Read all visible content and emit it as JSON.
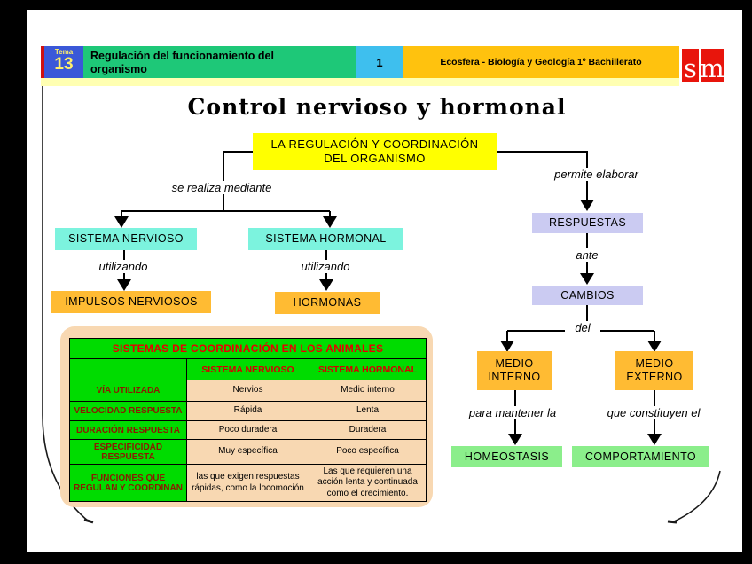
{
  "header": {
    "tema_label": "Tema",
    "tema_number": "13",
    "unit_title_line1": "Regulación del funcionamiento del",
    "unit_title_line2": "organismo",
    "page_number": "1",
    "course": "Ecosfera - Biología y Geología 1º Bachillerato",
    "logo_s": "s",
    "logo_m": "m"
  },
  "slide": {
    "title": "Control nervioso y hormonal"
  },
  "diagram": {
    "root": {
      "line1": "LA REGULACIÓN Y COORDINACIÓN",
      "line2": "DEL ORGANISMO"
    },
    "connectors": {
      "se_realiza": "se realiza mediante",
      "permite": "permite elaborar",
      "utilizando_1": "utilizando",
      "utilizando_2": "utilizando",
      "ante": "ante",
      "del": "del",
      "para_mantener": "para mantener la",
      "que_constituyen": "que constituyen el"
    },
    "nodes": {
      "sistema_nervioso": "SISTEMA NERVIOSO",
      "sistema_hormonal": "SISTEMA HORMONAL",
      "impulsos_nerviosos": "IMPULSOS NERVIOSOS",
      "hormonas": "HORMONAS",
      "respuestas": "RESPUESTAS",
      "cambios": "CAMBIOS",
      "medio_interno": "MEDIO INTERNO",
      "medio_externo": "MEDIO EXTERNO",
      "homeostasis": "HOMEOSTASIS",
      "comportamiento": "COMPORTAMIENTO"
    }
  },
  "table": {
    "title": "SISTEMAS DE COORDINACIÓN EN LOS ANIMALES",
    "columns": [
      "",
      "SISTEMA NERVIOSO",
      "SISTEMA HORMONAL"
    ],
    "rows": [
      {
        "label": "VÍA UTILIZADA",
        "nervioso": "Nervios",
        "hormonal": "Medio interno"
      },
      {
        "label": "VELOCIDAD RESPUESTA",
        "nervioso": "Rápida",
        "hormonal": "Lenta"
      },
      {
        "label": "DURACIÓN RESPUESTA",
        "nervioso": "Poco duradera",
        "hormonal": "Duradera"
      },
      {
        "label": "ESPECIFICIDAD RESPUESTA",
        "nervioso": "Muy específica",
        "hormonal": "Poco específica"
      },
      {
        "label": "FUNCIONES QUE REGULAN Y COORDINAN",
        "nervioso": "las que exigen respuestas rápidas, como la locomoción",
        "hormonal": "Las que requieren una acción lenta y continuada como el crecimiento."
      }
    ]
  },
  "colors": {
    "header_blue": "#3a58d8",
    "header_green": "#1ec878",
    "header_cyan": "#3ebfee",
    "header_orange": "#ffc20e",
    "header_strip": "#ffffb2",
    "logo_red": "#e8150c",
    "node_yellow": "#ffff00",
    "node_cyan": "#7cf3de",
    "node_orange": "#ffbb33",
    "node_purple": "#cbcbf2",
    "node_green": "#8bee8b",
    "table_green": "#00dc00",
    "table_peach": "#f8d8b2",
    "table_title_red": "#e80000"
  }
}
